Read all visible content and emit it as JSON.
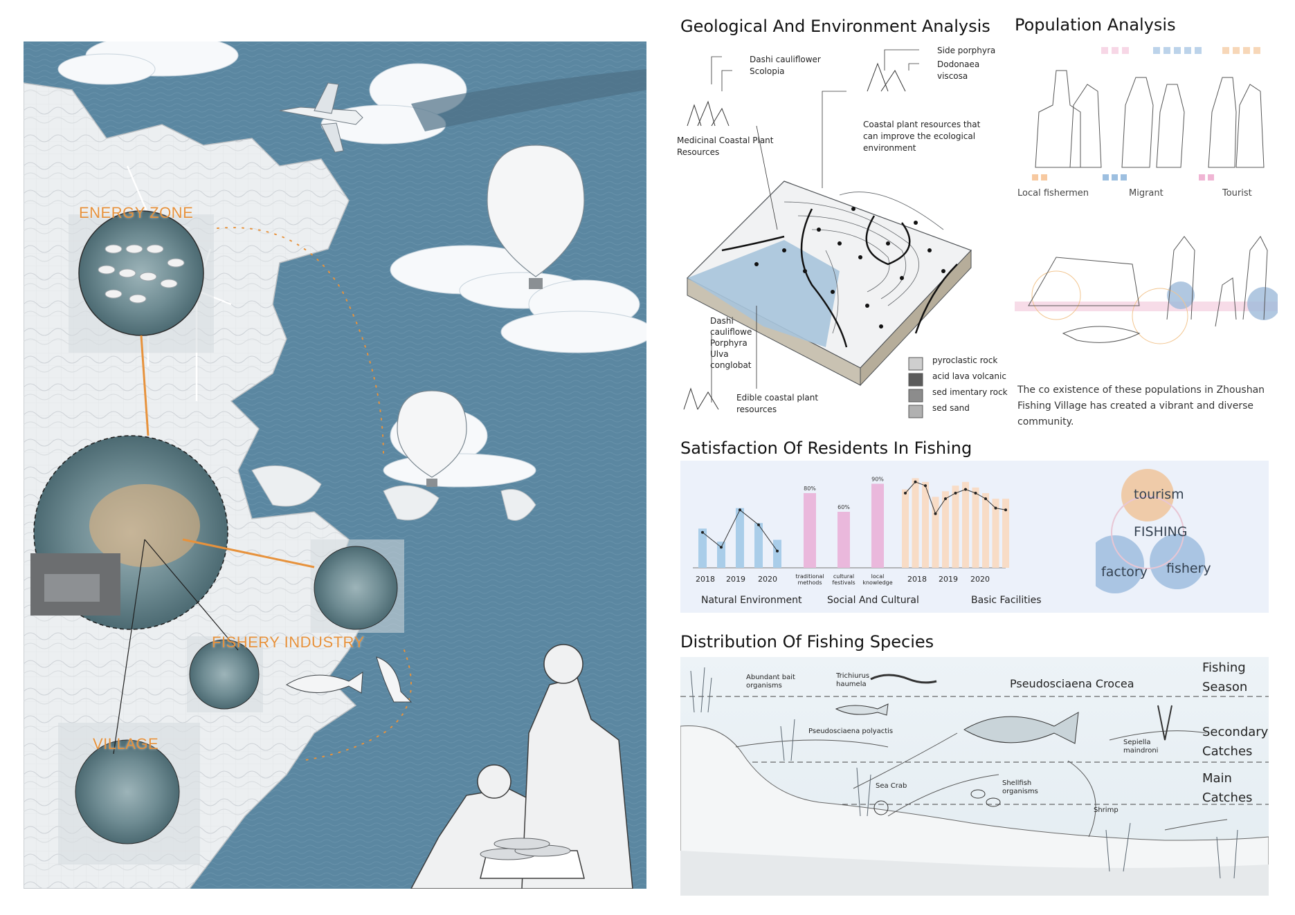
{
  "map": {
    "zones": {
      "energy": "ENERGY ZONE",
      "fishery": "FISHERY INDUSTRY",
      "village": "VILLAGE"
    },
    "colors": {
      "sea": "#5b87a1",
      "accent": "#e7923c",
      "land": "#e9ecee"
    }
  },
  "geology": {
    "title": "Geological And Environment Analysis",
    "plants": {
      "dashi_scolopia": [
        "Dashi cauliflower",
        "Scolopia"
      ],
      "medicinal": [
        "Medicinal Coastal Plant",
        "Resources"
      ],
      "side_dodonaea": [
        "Side porphyra",
        "Dodonaea",
        "viscosa"
      ],
      "coastal_improve": [
        "Coastal plant resources that",
        "can improve the ecological",
        "environment"
      ],
      "left_list": [
        "Dashi",
        "cauliflowe",
        "Porphyra",
        "Ulva",
        "conglobat"
      ],
      "edible": [
        "Edible coastal plant",
        "resources"
      ]
    },
    "legend": [
      "pyroclastic rock",
      "acid lava volcanic",
      "sed imentary rock",
      "sed sand"
    ]
  },
  "population": {
    "title": "Population Analysis",
    "groups": [
      "Local fishermen",
      "Migrant",
      "Tourist"
    ],
    "description": [
      "The co existence of these populations in Zhoushan",
      "Fishing Village has created a vibrant and diverse",
      "community."
    ]
  },
  "satisfaction": {
    "title": "Satisfaction Of Residents In Fishing",
    "groups": [
      "Natural Environment",
      "Social And Cultural",
      "Basic Facilities"
    ],
    "venn": {
      "center": "FISHING",
      "top": "tourism",
      "left": "factory",
      "right": "fishery"
    }
  },
  "chart_data": [
    {
      "type": "bar",
      "title": "Natural Environment",
      "x_ticks": [
        "2018",
        "2019",
        "2020"
      ],
      "values": [
        42,
        28,
        64,
        48,
        30
      ],
      "line_values": [
        38,
        22,
        62,
        46,
        18
      ],
      "ylim": [
        0,
        100
      ],
      "color": "#a9cde9"
    },
    {
      "type": "bar",
      "title": "Social And Cultural",
      "categories": [
        "traditional methods",
        "cultural festivals",
        "local knowledge"
      ],
      "values": [
        80,
        60,
        90
      ],
      "data_labels": [
        "80%",
        "60%",
        "90%"
      ],
      "ylim": [
        0,
        100
      ],
      "color": "#eab8dc"
    },
    {
      "type": "bar",
      "title": "Basic Facilities",
      "x_ticks": [
        "2018",
        "2019",
        "2020"
      ],
      "values": [
        84,
        96,
        92,
        76,
        82,
        88,
        92,
        86,
        80,
        74,
        74
      ],
      "line_values": [
        80,
        92,
        88,
        58,
        74,
        80,
        84,
        80,
        74,
        64,
        62
      ],
      "ylim": [
        0,
        100
      ],
      "color": "#f8dcc6"
    }
  ],
  "species": {
    "title": "Distribution Of Fishing Species",
    "bands": [
      "Fishing\nSeason",
      "Secondary\nCatches",
      "Main\nCatches"
    ],
    "labels": {
      "bait": [
        "Abundant bait",
        "organisms"
      ],
      "trichiurus": [
        "Trichiurus",
        "haumela"
      ],
      "main_species": "Pseudosciaena  Crocea",
      "polyactis": "Pseudosciaena polyactis",
      "sepiella": [
        "Sepiella",
        "maindroni"
      ],
      "crab": "Sea Crab",
      "shellfish": [
        "Shellfish",
        "organisms"
      ],
      "shrimp": "Shrimp"
    }
  }
}
